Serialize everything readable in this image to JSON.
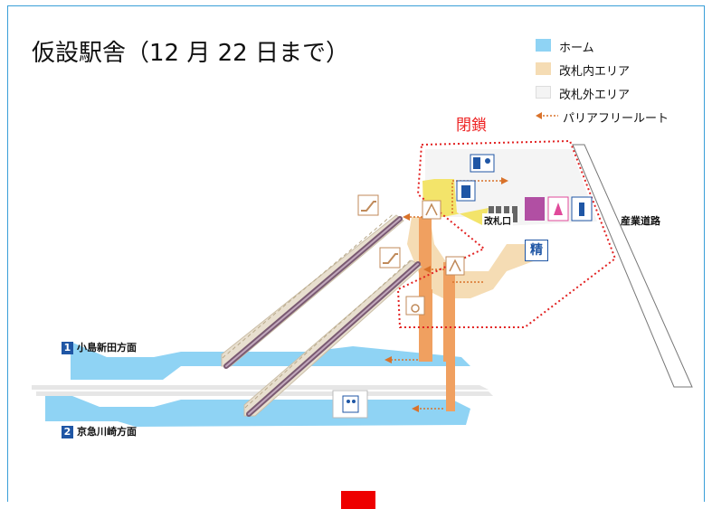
{
  "title": "仮設駅舎（12 月 22 日まで）",
  "legend": [
    {
      "label": "ホーム",
      "color": "#8fd3f4",
      "kind": "swatch"
    },
    {
      "label": "改札内エリア",
      "color": "#f5dcb4",
      "kind": "swatch"
    },
    {
      "label": "改札外エリア",
      "color": "#f4f4f4",
      "kind": "swatch"
    },
    {
      "label": "パリアフリールート",
      "color": "#d9722a",
      "kind": "arrow"
    }
  ],
  "closed_label": "閉鎖",
  "platforms": [
    {
      "number": "1",
      "direction": "小島新田方面"
    },
    {
      "number": "2",
      "direction": "京急川崎方面"
    }
  ],
  "road_label": "産業道路",
  "gate_label": "改札口",
  "fare_adjust_label": "精",
  "colors": {
    "platform": "#8fd3f4",
    "inside_area": "#f5dcb4",
    "outside_area": "#f4f4f4",
    "route": "#d9722a",
    "pillar": "#f0a060",
    "icon_blue": "#1f56a5",
    "closed": "#e22222",
    "toilet": "#b14fa3"
  },
  "icons": [
    "escalator-icon",
    "elevator-icon",
    "wheelchair-icon",
    "ticket-machine-icon",
    "staff-icon",
    "toilet-icon",
    "mens-toilet-icon",
    "womens-toilet-icon",
    "restroom-icon"
  ]
}
